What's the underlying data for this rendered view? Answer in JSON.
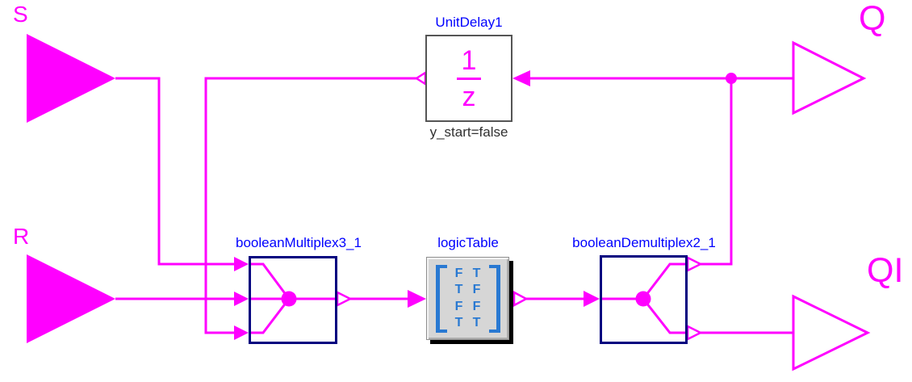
{
  "connectors": {
    "s": "S",
    "r": "R",
    "q": "Q",
    "qi": "QI"
  },
  "blocks": {
    "unit_delay": {
      "name": "UnitDelay1",
      "numerator": "1",
      "denominator": "z",
      "parameter": "y_start=false"
    },
    "boolean_multiplex": {
      "name": "booleanMultiplex3_1"
    },
    "logic_table": {
      "name": "logicTable",
      "col1": [
        "F",
        "T",
        "F",
        "T"
      ],
      "col2": [
        "T",
        "F",
        "F",
        "T"
      ]
    },
    "boolean_demultiplex": {
      "name": "booleanDemultiplex2_1"
    }
  },
  "colors": {
    "signal": "#FF00FF",
    "block_label": "#0000FF",
    "bool_border": "#00007F",
    "delay_border": "#555555",
    "parameter_text": "#303030",
    "table_blue": "#2979D2",
    "table_bg": "#D6D6D6"
  }
}
